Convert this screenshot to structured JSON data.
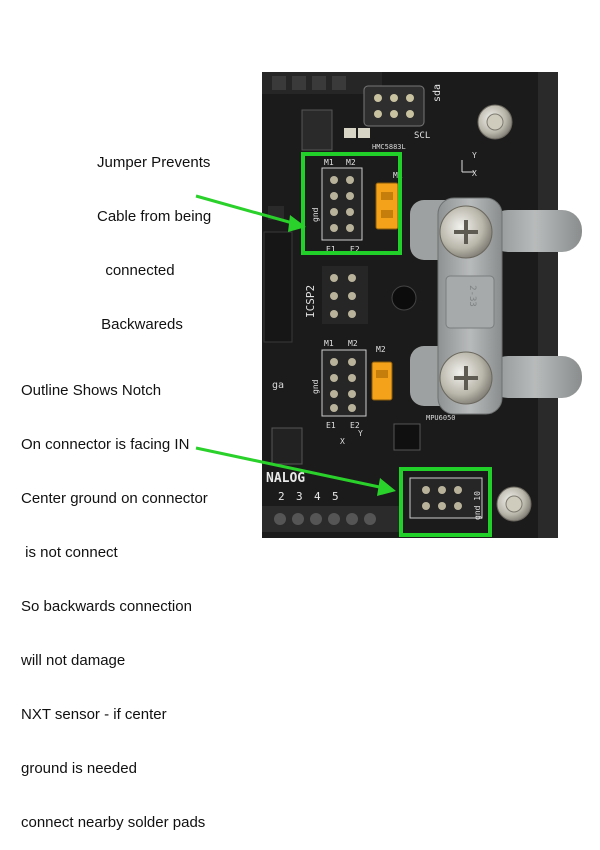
{
  "annotations": {
    "jumper": [
      "Jumper Prevents",
      "Cable from being",
      "  connected",
      " Backwareds"
    ],
    "notch": [
      "Outline Shows Notch",
      "On connector is facing IN",
      "Center ground on connector",
      " is not connect",
      "So backwards connection",
      "will not damage",
      "NXT sensor - if center",
      "ground is needed",
      "connect nearby solder pads"
    ]
  },
  "board_labels": {
    "sda": "sda",
    "scl": "SCL",
    "hmc": "HMC5883L",
    "icsp": "ICSP2",
    "m1": "M1",
    "m2": "M2",
    "gnd": "gnd",
    "e1": "E1",
    "e2": "E2",
    "mpu": "MPU6050",
    "analog": "NALOG",
    "pin_numbers": [
      "2",
      "3",
      "4",
      "5"
    ],
    "gnd10": "gnd 10",
    "axis_x": "X",
    "axis_y": "Y",
    "brick_text": "2-33",
    "ga": "ga"
  },
  "colors": {
    "highlight": "#22d02a",
    "arrow": "#2ad12a",
    "jumper": "#f4a21a",
    "board": "#1a1a1a",
    "lego": "#9ea1a1"
  }
}
